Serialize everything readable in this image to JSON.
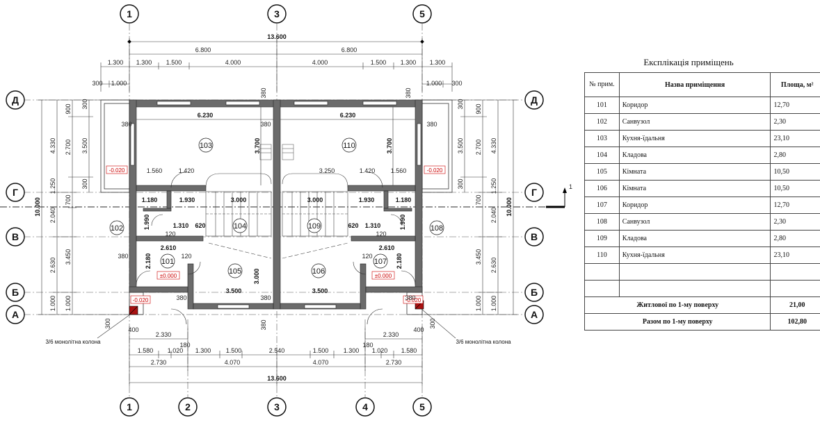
{
  "axes_vertical": [
    "1",
    "2",
    "3",
    "4",
    "5"
  ],
  "axes_horizontal": [
    "Д",
    "Г",
    "В",
    "Б",
    "А"
  ],
  "dims": {
    "overall": "13.600",
    "half": "6.800",
    "top_chain": [
      "1.300",
      "1.300",
      "1.500",
      "4.000",
      "4.000",
      "1.500",
      "1.300",
      "1.300"
    ],
    "top_small": [
      "300",
      "1.000",
      "1.000",
      "300"
    ],
    "left_total": "10.000",
    "left_chain_a": [
      "4.330",
      "1.250",
      "2.040",
      "2.630",
      "1.000"
    ],
    "left_chain_b": [
      "900",
      "2.700",
      "700",
      "3.450",
      "1.000"
    ],
    "left_inner": [
      "300",
      "3.500",
      "300"
    ],
    "bottom_chain": [
      "1.580",
      "1.020",
      "1.300",
      "1.500",
      "2.540",
      "1.500",
      "1.300",
      "1.020",
      "1.580"
    ],
    "bottom_chain2": [
      "2.730",
      "4.070",
      "4.070",
      "2.730"
    ],
    "bottom_small": [
      "2.330",
      "2.330",
      "400",
      "400",
      "300",
      "300",
      "180",
      "180"
    ],
    "room_widths": [
      "6.230",
      "6.230",
      "3.700",
      "3.700",
      "1.560",
      "1.420",
      "3.250",
      "1.420",
      "1.560",
      "1.180",
      "1.930",
      "3.000",
      "3.000",
      "1.930",
      "1.180",
      "1.310",
      "620",
      "620",
      "1.310",
      "2.610",
      "2.610",
      "2.180",
      "2.180",
      "3.000",
      "3.500",
      "3.500",
      "1.990",
      "1.990"
    ],
    "wall": [
      "380",
      "380",
      "380",
      "380",
      "380",
      "380",
      "380",
      "380",
      "380",
      "380",
      "120",
      "120",
      "120",
      "120"
    ]
  },
  "rooms": [
    "103",
    "110",
    "102",
    "104",
    "109",
    "108",
    "101",
    "105",
    "106",
    "107"
  ],
  "levels": [
    "-0.020",
    "-0.020",
    "±0.000",
    "±0.000",
    "-0.020",
    "-0.020"
  ],
  "column_note": "3/6 монолітна колона",
  "section_mark": "1",
  "explication": {
    "title": "Експлікація приміщень",
    "headers": [
      "№ прим.",
      "Назва приміщення",
      "Площа, м²"
    ],
    "rows": [
      {
        "num": "101",
        "name": "Коридор",
        "area": "12,70"
      },
      {
        "num": "102",
        "name": "Санвузол",
        "area": "2,30"
      },
      {
        "num": "103",
        "name": "Кухня-їдальня",
        "area": "23,10"
      },
      {
        "num": "104",
        "name": "Кладова",
        "area": "2,80"
      },
      {
        "num": "105",
        "name": "Кімната",
        "area": "10,50"
      },
      {
        "num": "106",
        "name": "Кімната",
        "area": "10,50"
      },
      {
        "num": "107",
        "name": "Коридор",
        "area": "12,70"
      },
      {
        "num": "108",
        "name": "Санвузол",
        "area": "2,30"
      },
      {
        "num": "109",
        "name": "Кладова",
        "area": "2,80"
      },
      {
        "num": "110",
        "name": "Кухня-їдальня",
        "area": "23,10"
      }
    ],
    "totals": [
      {
        "label": "Житлової по 1-му поверху",
        "value": "21,00"
      },
      {
        "label": "Разом по 1-му поверху",
        "value": "102,80"
      }
    ]
  }
}
